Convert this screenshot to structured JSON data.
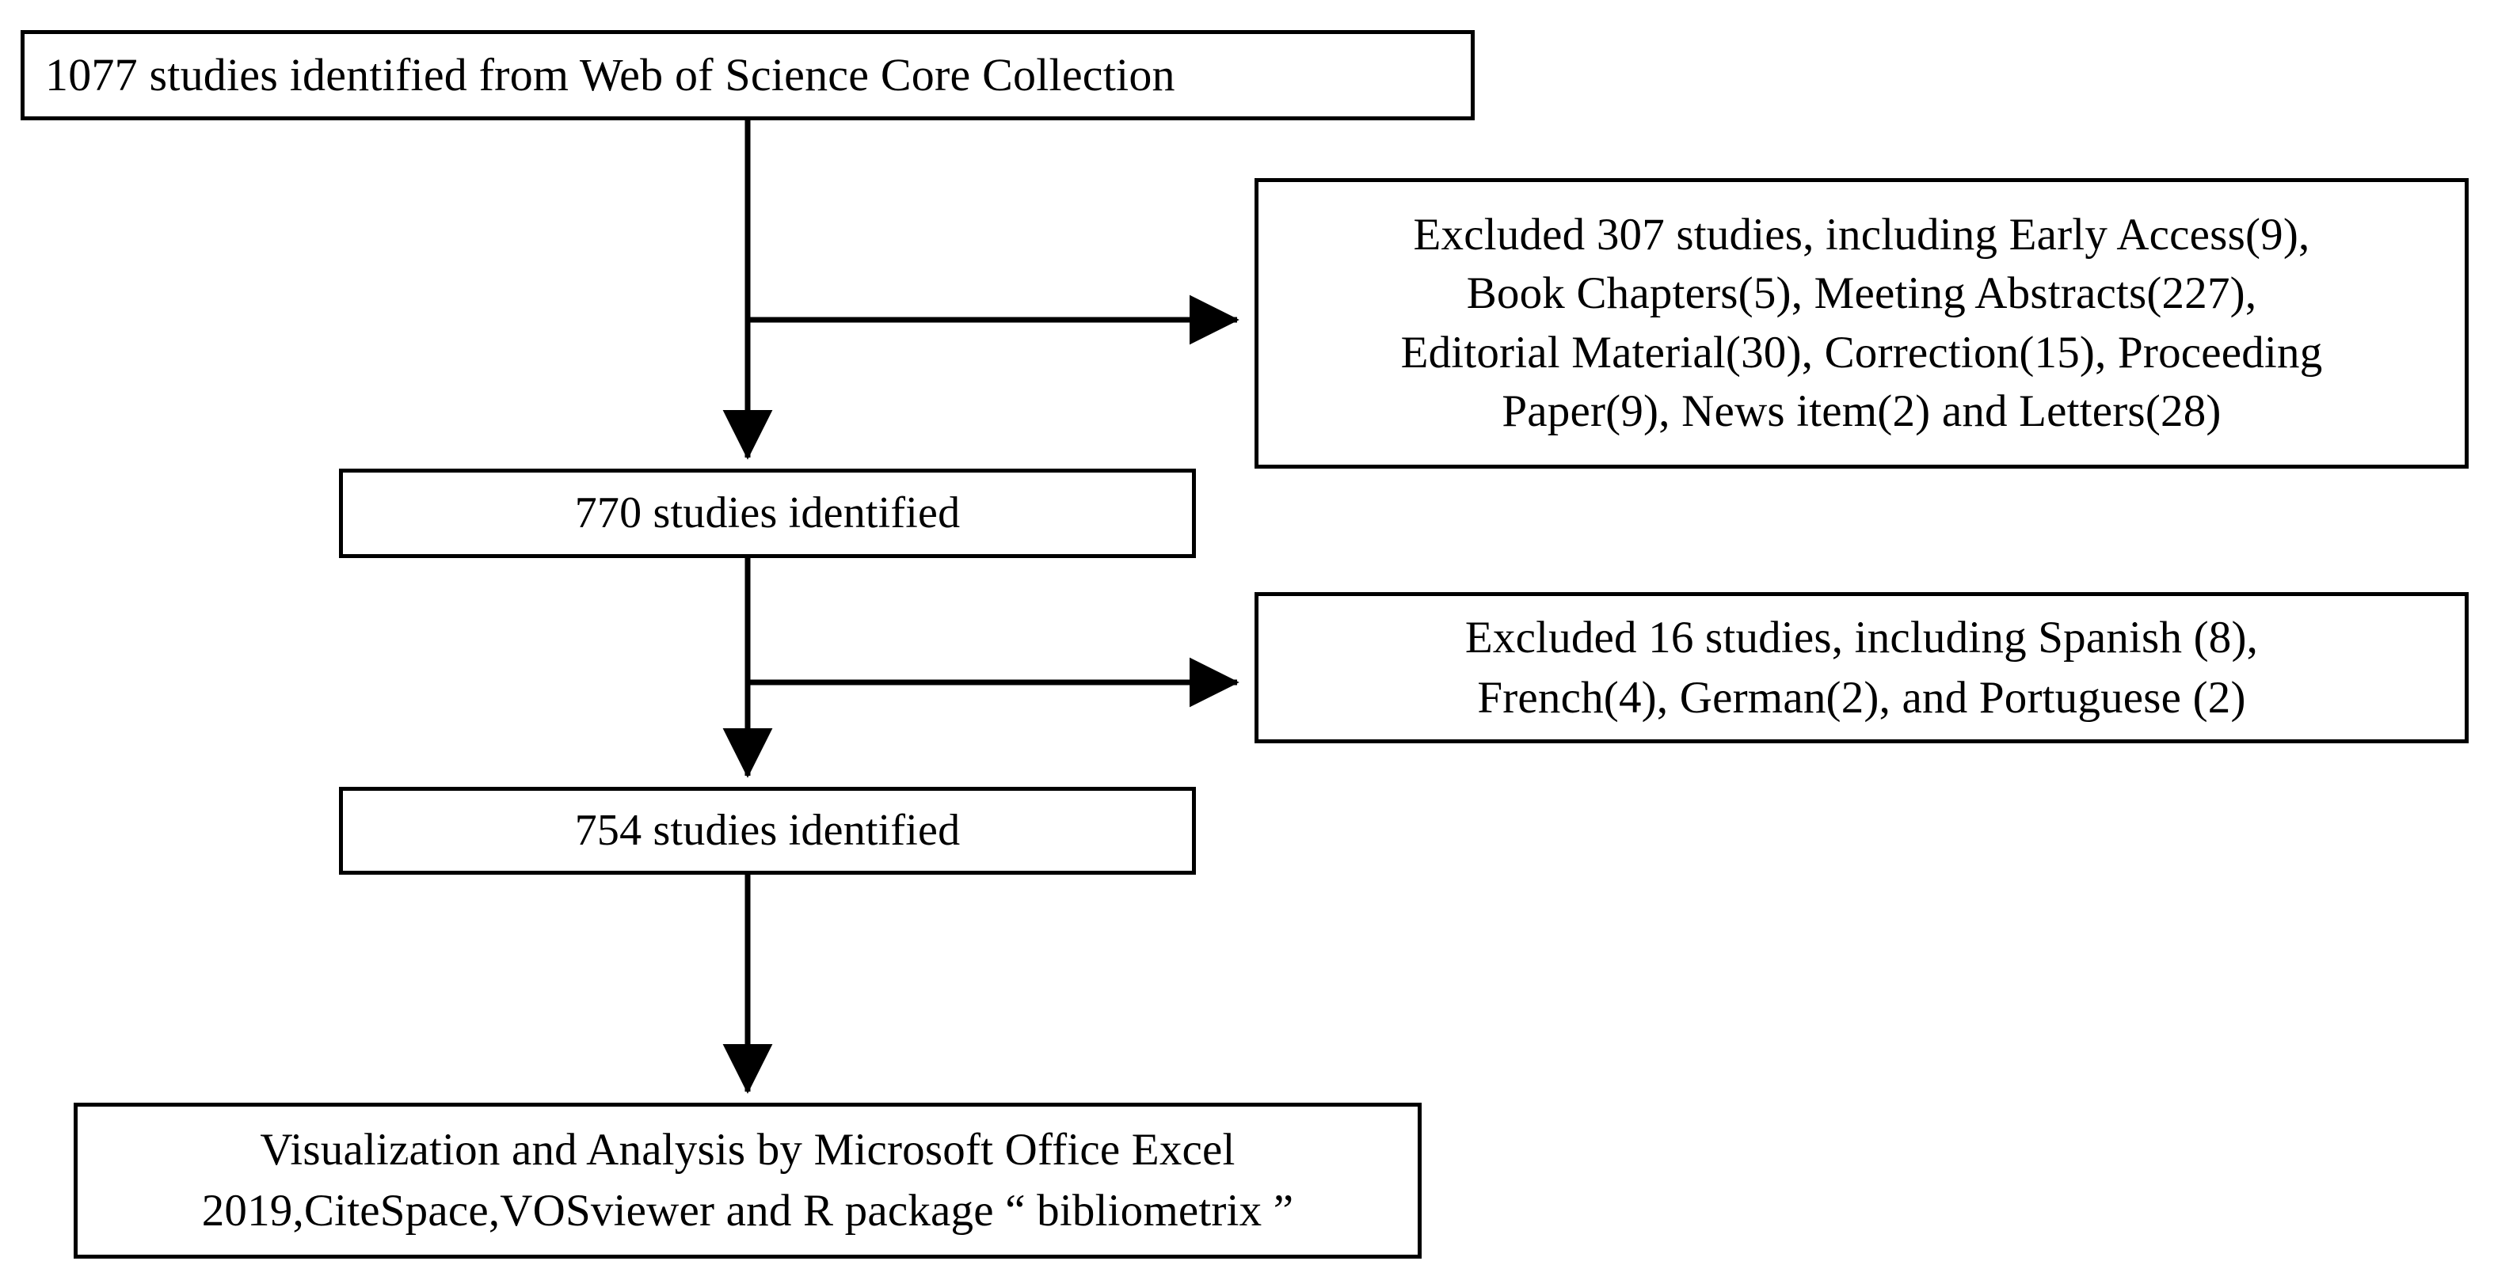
{
  "diagram": {
    "title": "Study identification and selection flowchart",
    "type": "prisma-flowchart",
    "background_color": "#ffffff",
    "line_color": "#000000",
    "text_color": "#000000"
  },
  "nodes": {
    "identified_initial": {
      "text": "1077 studies identified from Web of Science Core Collection",
      "count": 1077
    },
    "excluded_types": {
      "text": "Excluded 307 studies, including Early Access(9),\nBook Chapters(5),  Meeting Abstracts(227),\nEditorial Material(30), Correction(15), Proceeding\nPaper(9), News item(2) and Letters(28)",
      "count": 307,
      "breakdown": [
        {
          "label": "Early Access",
          "value": 9
        },
        {
          "label": "Book Chapters",
          "value": 5
        },
        {
          "label": "Meeting Abstracts",
          "value": 227
        },
        {
          "label": "Editorial Material",
          "value": 30
        },
        {
          "label": "Correction",
          "value": 15
        },
        {
          "label": "Proceeding Paper",
          "value": 9
        },
        {
          "label": "News item",
          "value": 2
        },
        {
          "label": "Letters",
          "value": 28
        }
      ]
    },
    "identified_770": {
      "text": "770 studies identified",
      "count": 770
    },
    "excluded_languages": {
      "text": "Excluded 16 studies, including Spanish (8),\nFrench(4), German(2), and Portuguese (2)",
      "count": 16,
      "breakdown": [
        {
          "label": "Spanish",
          "value": 8
        },
        {
          "label": "French",
          "value": 4
        },
        {
          "label": "German",
          "value": 2
        },
        {
          "label": "Portuguese",
          "value": 2
        }
      ]
    },
    "identified_754": {
      "text": "754 studies identified",
      "count": 754
    },
    "analysis_tools": {
      "text": "Visualization and Analysis by Microsoft Office Excel\n2019,CiteSpace,VOSviewer and R package “ bibliometrix ”",
      "tools": [
        "Microsoft Office Excel 2019",
        "CiteSpace",
        "VOSviewer",
        "R package “ bibliometrix ”"
      ]
    }
  },
  "edges": [
    {
      "from": "identified_initial",
      "to": "excluded_types",
      "style": "elbow-right-arrow"
    },
    {
      "from": "identified_initial",
      "to": "identified_770",
      "style": "vertical-arrow"
    },
    {
      "from": "identified_770",
      "to": "excluded_languages",
      "style": "elbow-right-arrow"
    },
    {
      "from": "identified_770",
      "to": "identified_754",
      "style": "vertical-arrow"
    },
    {
      "from": "identified_754",
      "to": "analysis_tools",
      "style": "vertical-arrow"
    }
  ]
}
